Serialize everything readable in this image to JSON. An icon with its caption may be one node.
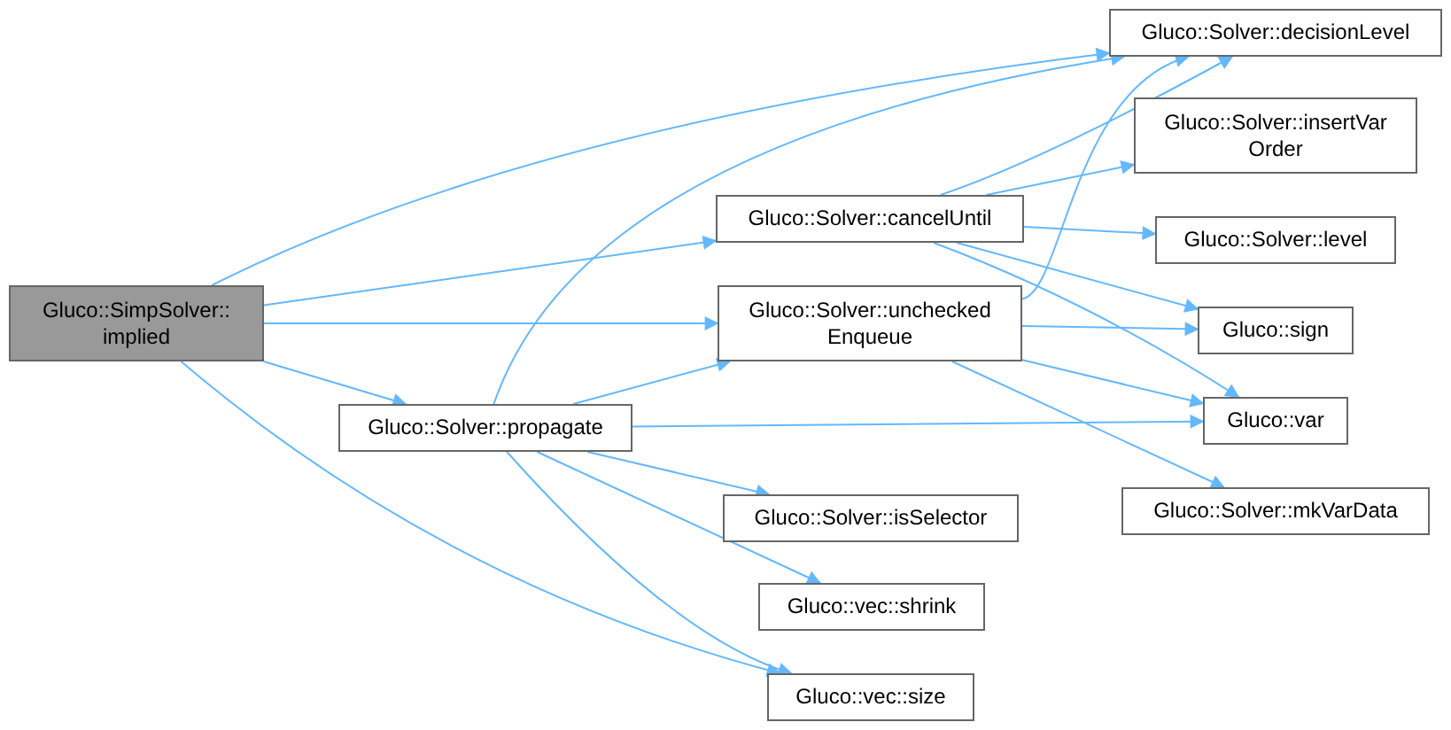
{
  "diagram": {
    "nodes": [
      {
        "text": [
          "Gluco::SimpSolver:: implied"
        ]
      },
      {
        "text": [
          "Gluco::Solver::propagate"
        ]
      },
      {
        "text": [
          "Gluco::Solver::cancelUntil"
        ]
      },
      {
        "text": [
          "Gluco::Solver::unchecked Enqueue"
        ]
      },
      {
        "text": [
          "Gluco::Solver::decisionLevel"
        ]
      },
      {
        "text": [
          "Gluco::Solver::insertVar Order"
        ]
      },
      {
        "text": [
          "Gluco::Solver::level"
        ]
      },
      {
        "text": [
          "Gluco::sign"
        ]
      },
      {
        "text": [
          "Gluco::var"
        ]
      },
      {
        "text": [
          "Gluco::Solver::mkVarData"
        ]
      },
      {
        "text": [
          "Gluco::Solver::isSelector"
        ]
      },
      {
        "text": [
          "Gluco::vec::shrink"
        ]
      },
      {
        "text": [
          "Gluco::vec::size"
        ]
      }
    ],
    "edges": [
      {
        "from": 0,
        "to": 4,
        "arrow": "to"
      },
      {
        "from": 0,
        "to": 2,
        "arrow": "to"
      },
      {
        "from": 0,
        "to": 3,
        "arrow": "to"
      },
      {
        "from": 0,
        "to": 1,
        "arrow": "to"
      },
      {
        "from": 0,
        "to": 12,
        "arrow": "to"
      },
      {
        "from": 1,
        "to": 4,
        "arrow": "to"
      },
      {
        "from": 1,
        "to": 3,
        "arrow": "to"
      },
      {
        "from": 1,
        "to": 8,
        "arrow": "to"
      },
      {
        "from": 1,
        "to": 10,
        "arrow": "to"
      },
      {
        "from": 1,
        "to": 11,
        "arrow": "to"
      },
      {
        "from": 1,
        "to": 12,
        "arrow": "to"
      },
      {
        "from": 2,
        "to": 4,
        "arrow": "to"
      },
      {
        "from": 2,
        "to": 5,
        "arrow": "to"
      },
      {
        "from": 2,
        "to": 6,
        "arrow": "to"
      },
      {
        "from": 2,
        "to": 7,
        "arrow": "to"
      },
      {
        "from": 2,
        "to": 8,
        "arrow": "to"
      },
      {
        "from": 3,
        "to": 4,
        "arrow": "to"
      },
      {
        "from": 3,
        "to": 7,
        "arrow": "to"
      },
      {
        "from": 3,
        "to": 8,
        "arrow": "to"
      },
      {
        "from": 3,
        "to": 9,
        "arrow": "to"
      }
    ]
  }
}
